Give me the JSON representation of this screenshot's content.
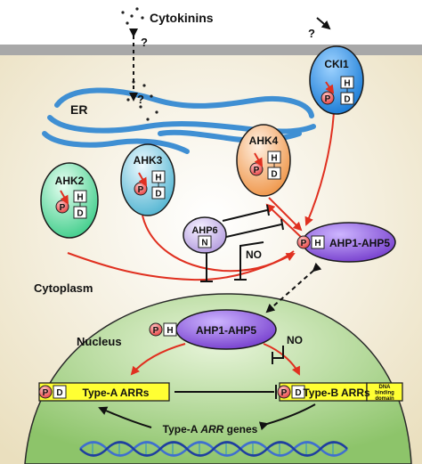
{
  "labels": {
    "cytokinins": "Cytokinins",
    "er": "ER",
    "cytoplasm": "Cytoplasm",
    "nucleus": "Nucleus",
    "question": "?",
    "no": "NO",
    "type_a_genes_pre": "Type-A ",
    "type_a_genes_it": "ARR",
    "type_a_genes_post": " genes"
  },
  "proteins": {
    "cki1": "CKI1",
    "ahk2": "AHK2",
    "ahk3": "AHK3",
    "ahk4": "AHK4",
    "ahp6": "AHP6",
    "ahp_cyt": "AHP1-AHP5",
    "ahp_nuc": "AHP1-AHP5",
    "type_a": "Type-A ARRs",
    "type_b": "Type-B ARRs",
    "dna_domain_1": "DNA",
    "dna_domain_2": "binding",
    "dna_domain_3": "domain"
  },
  "residues": {
    "p": "P",
    "h": "H",
    "d": "D",
    "n": "N"
  },
  "colors": {
    "membrane": "#a8a8a8",
    "er": "#3f8fd3",
    "cytoplasm": "#f4ecd4",
    "nucleus": "#a9d18a",
    "activation": "#e03020",
    "cki1": "#2f8fe0",
    "ahk2": "#7fe0b0",
    "ahk3": "#6fc0d8",
    "ahk4": "#f3a86a",
    "ahp6": "#c8b6e6",
    "ahp": "#8a5ad6",
    "arr": "#ffff33",
    "phospho": "#f05a5a"
  }
}
